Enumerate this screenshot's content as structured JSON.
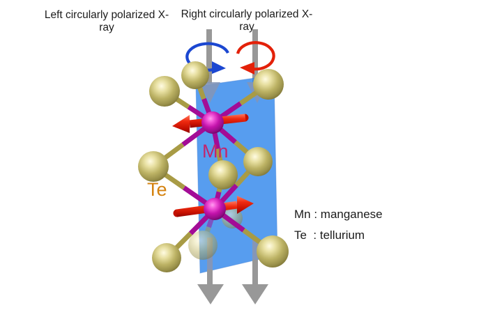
{
  "header": {
    "left_beam_label": "Left circularly polarized X-ray",
    "right_beam_label": "Right circularly polarized X-ray"
  },
  "structure": {
    "mn_label": "Mn",
    "te_label": "Te"
  },
  "legend": {
    "mn_line": "Mn : manganese",
    "te_line": "Te  : tellurium"
  },
  "colors": {
    "caption_text": "#1b1b1b",
    "xray_beam": "#989898",
    "beam_behind_plane": "#8496b8",
    "left_polarization_arrow": "#1b47d1",
    "right_polarization_arrow": "#e32109",
    "spin_arrow": "#e01505",
    "mirror_plane": "#2e85ec",
    "mn_atom": "#c313ab",
    "te_atom": "#b7ad5e",
    "mn_bond": "#a30c96",
    "te_bond": "#a89b45",
    "mn_label_text": "#c2256d",
    "te_label_text": "#d4820f"
  }
}
